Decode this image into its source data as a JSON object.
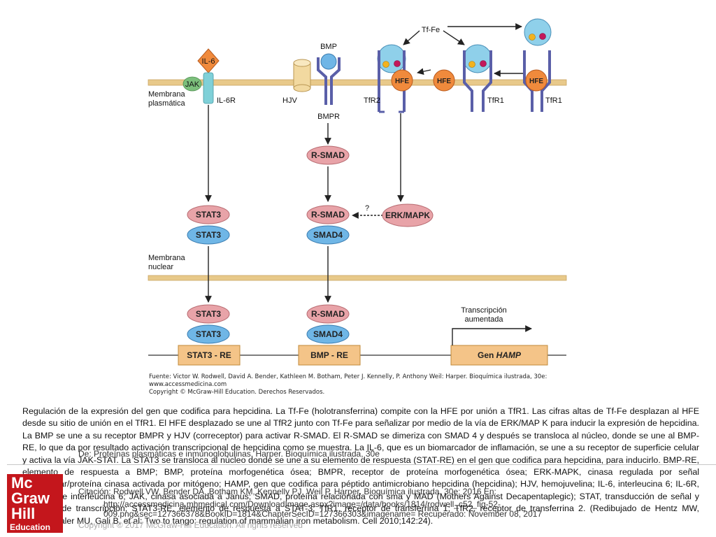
{
  "diagram": {
    "labels": {
      "membrana_plasmatica_1": "Membrana",
      "membrana_plasmatica_2": "plasmática",
      "membrana_nuclear_1": "Membrana",
      "membrana_nuclear_2": "nuclear",
      "il6": "IL-6",
      "jak": "JAK",
      "il6r": "IL-6R",
      "hjv": "HJV",
      "bmp": "BMP",
      "bmpr": "BMPR",
      "tffe": "Tf-Fe",
      "tfr2": "TfR2",
      "tfr1_a": "TfR1",
      "tfr1_b": "TfR1",
      "hfe_1": "HFE",
      "hfe_2": "HFE",
      "hfe_3": "HFE",
      "rsmad_top": "R-SMAD",
      "stat3_mid_1": "STAT3",
      "stat3_mid_2": "STAT3",
      "rsmad_mid": "R-SMAD",
      "smad4_mid": "SMAD4",
      "erk_mapk": "ERK/MAPK",
      "question": "?",
      "stat3_nuc_1": "STAT3",
      "stat3_nuc_2": "STAT3",
      "rsmad_nuc": "R-SMAD",
      "smad4_nuc": "SMAD4",
      "stat3_re": "STAT3 - RE",
      "bmp_re": "BMP - RE",
      "gen_prefix": "Gen ",
      "gen_name": "HAMP",
      "transcripcion_1": "Transcripción",
      "transcripcion_2": "aumentada"
    },
    "source_lines": [
      "Fuente: Victor W. Rodwell, David A. Bender, Kathleen M. Botham, Peter J. Kennelly, P. Anthony Weil: Harper. Bioquímica ilustrada, 30e:",
      "www.accessmedicina.com",
      "Copyright © McGraw-Hill Education. Derechos Reservados."
    ],
    "colors": {
      "membrane": "#e8c98a",
      "orange": "#f08a3c",
      "pink": "#e8a3a8",
      "blue": "#6fb6e6",
      "green": "#7cbf7c",
      "receptor": "#5a5fa8",
      "box": "#f4c488"
    }
  },
  "caption": "Regulación de la expresión del gen que codifica para hepcidina. La Tf-Fe (holotransferrina) compite con la HFE por unión a TfR1. Las cifras altas de Tf-Fe desplazan al HFE desde su sitio de unión en el TfR1. El HFE desplazado se une al TfR2 junto con Tf-Fe para señalizar por medio de la vía de ERK/MAP K para inducir la expresión de hepcidina. La BMP se une a su receptor BMPR y HJV (correceptor) para activar R-SMAD. El R-SMAD se dimeriza con SMAD 4 y después se transloca al núcleo, donde se une al BMP-RE, lo que da por resultado activación transcripcional de hepcidina como se muestra. La IL-6, que es un biomarcador de inflamación, se une a su receptor de superficie celular y activa la vía JAK-STAT. La STAT3 se transloca al núcleo donde se une a su elemento de respuesta (STAT-RE) en el gen que codifica para hepcidina, para inducirlo. BMP-RE, elemento de respuesta a BMP; BMP, proteína morfogenética ósea; BMPR, receptor de proteína morfogenética ósea; ERK-MAPK, cinasa regulada por señal extracelular/proteína cinasa activada por mitógeno; HAMP, gen que codifica para péptido antimicrobiano hepcidina (hepcidina); HJV, hemojuvelina; IL-6, interleucina 6; IL-6R, receptor de interleucina 6; JAK, cinasa asociada a Janus; SMAD, proteína relacionada con sma y MAD (Mothers Against Decapentaplegic); STAT, transducción de señal y activador de transcripción; STAT3-RE, elemento de respuesta a STAT-3; TfR1, receptor de transferrina 1; TfR2, receptor de transferrina 2. (Redibujado de Hentz MW, Muckenthaler MU, Gali B, et al: Two to tango: regulation of mammalian iron metabolism. Cell 2010;142:24).",
  "footer": {
    "logo": {
      "line1": "Mc",
      "line2": "Graw",
      "line3": "Hill",
      "line4": "Education"
    },
    "from": "De: Proteínas plasmáticas e inmunoglobulinas, Harper. Bioquímica ilustrada, 30e",
    "citation": "Citación: Rodwell VW, Bender DA, Botham KM, Kennelly PJ, Weil P. Harper. Bioquímica ilustrada, 30e; 2016 En:",
    "url": "http://accessmedicina.mhmedical.com/DownloadImage.aspx?image=/data/books/1814/rodwell_c52_fig-52-",
    "url2": "009.png&sec=127366378&BookID=1814&ChapterSecID=127366303&imagename= Recuperado: November 08, 2017",
    "copyright": "Copyright © 2017 McGraw-Hill Education. All rights reserved"
  }
}
